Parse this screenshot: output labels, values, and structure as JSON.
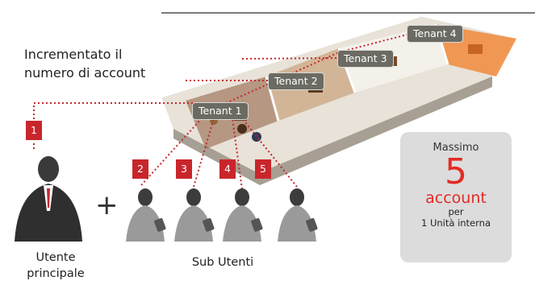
{
  "caption": {
    "line1": "Incrementato il",
    "line2": "numero di account"
  },
  "tenants": [
    "Tenant 4",
    "Tenant 3",
    "Tenant 2",
    "Tenant 1"
  ],
  "numbers": [
    "1",
    "2",
    "3",
    "4",
    "5"
  ],
  "plus_sign": "+",
  "main_user": {
    "line1": "Utente",
    "line2": "principale"
  },
  "sub_users_label": "Sub Utenti",
  "max_box": {
    "title": "Massimo",
    "value": "5",
    "unit": "account",
    "per": "per",
    "scope": "1 Unità interna"
  },
  "colors": {
    "red": "#c8262c",
    "tenant_bg": "#6b6b63",
    "box_bg": "#dcdcdc",
    "figure": "#444444"
  }
}
